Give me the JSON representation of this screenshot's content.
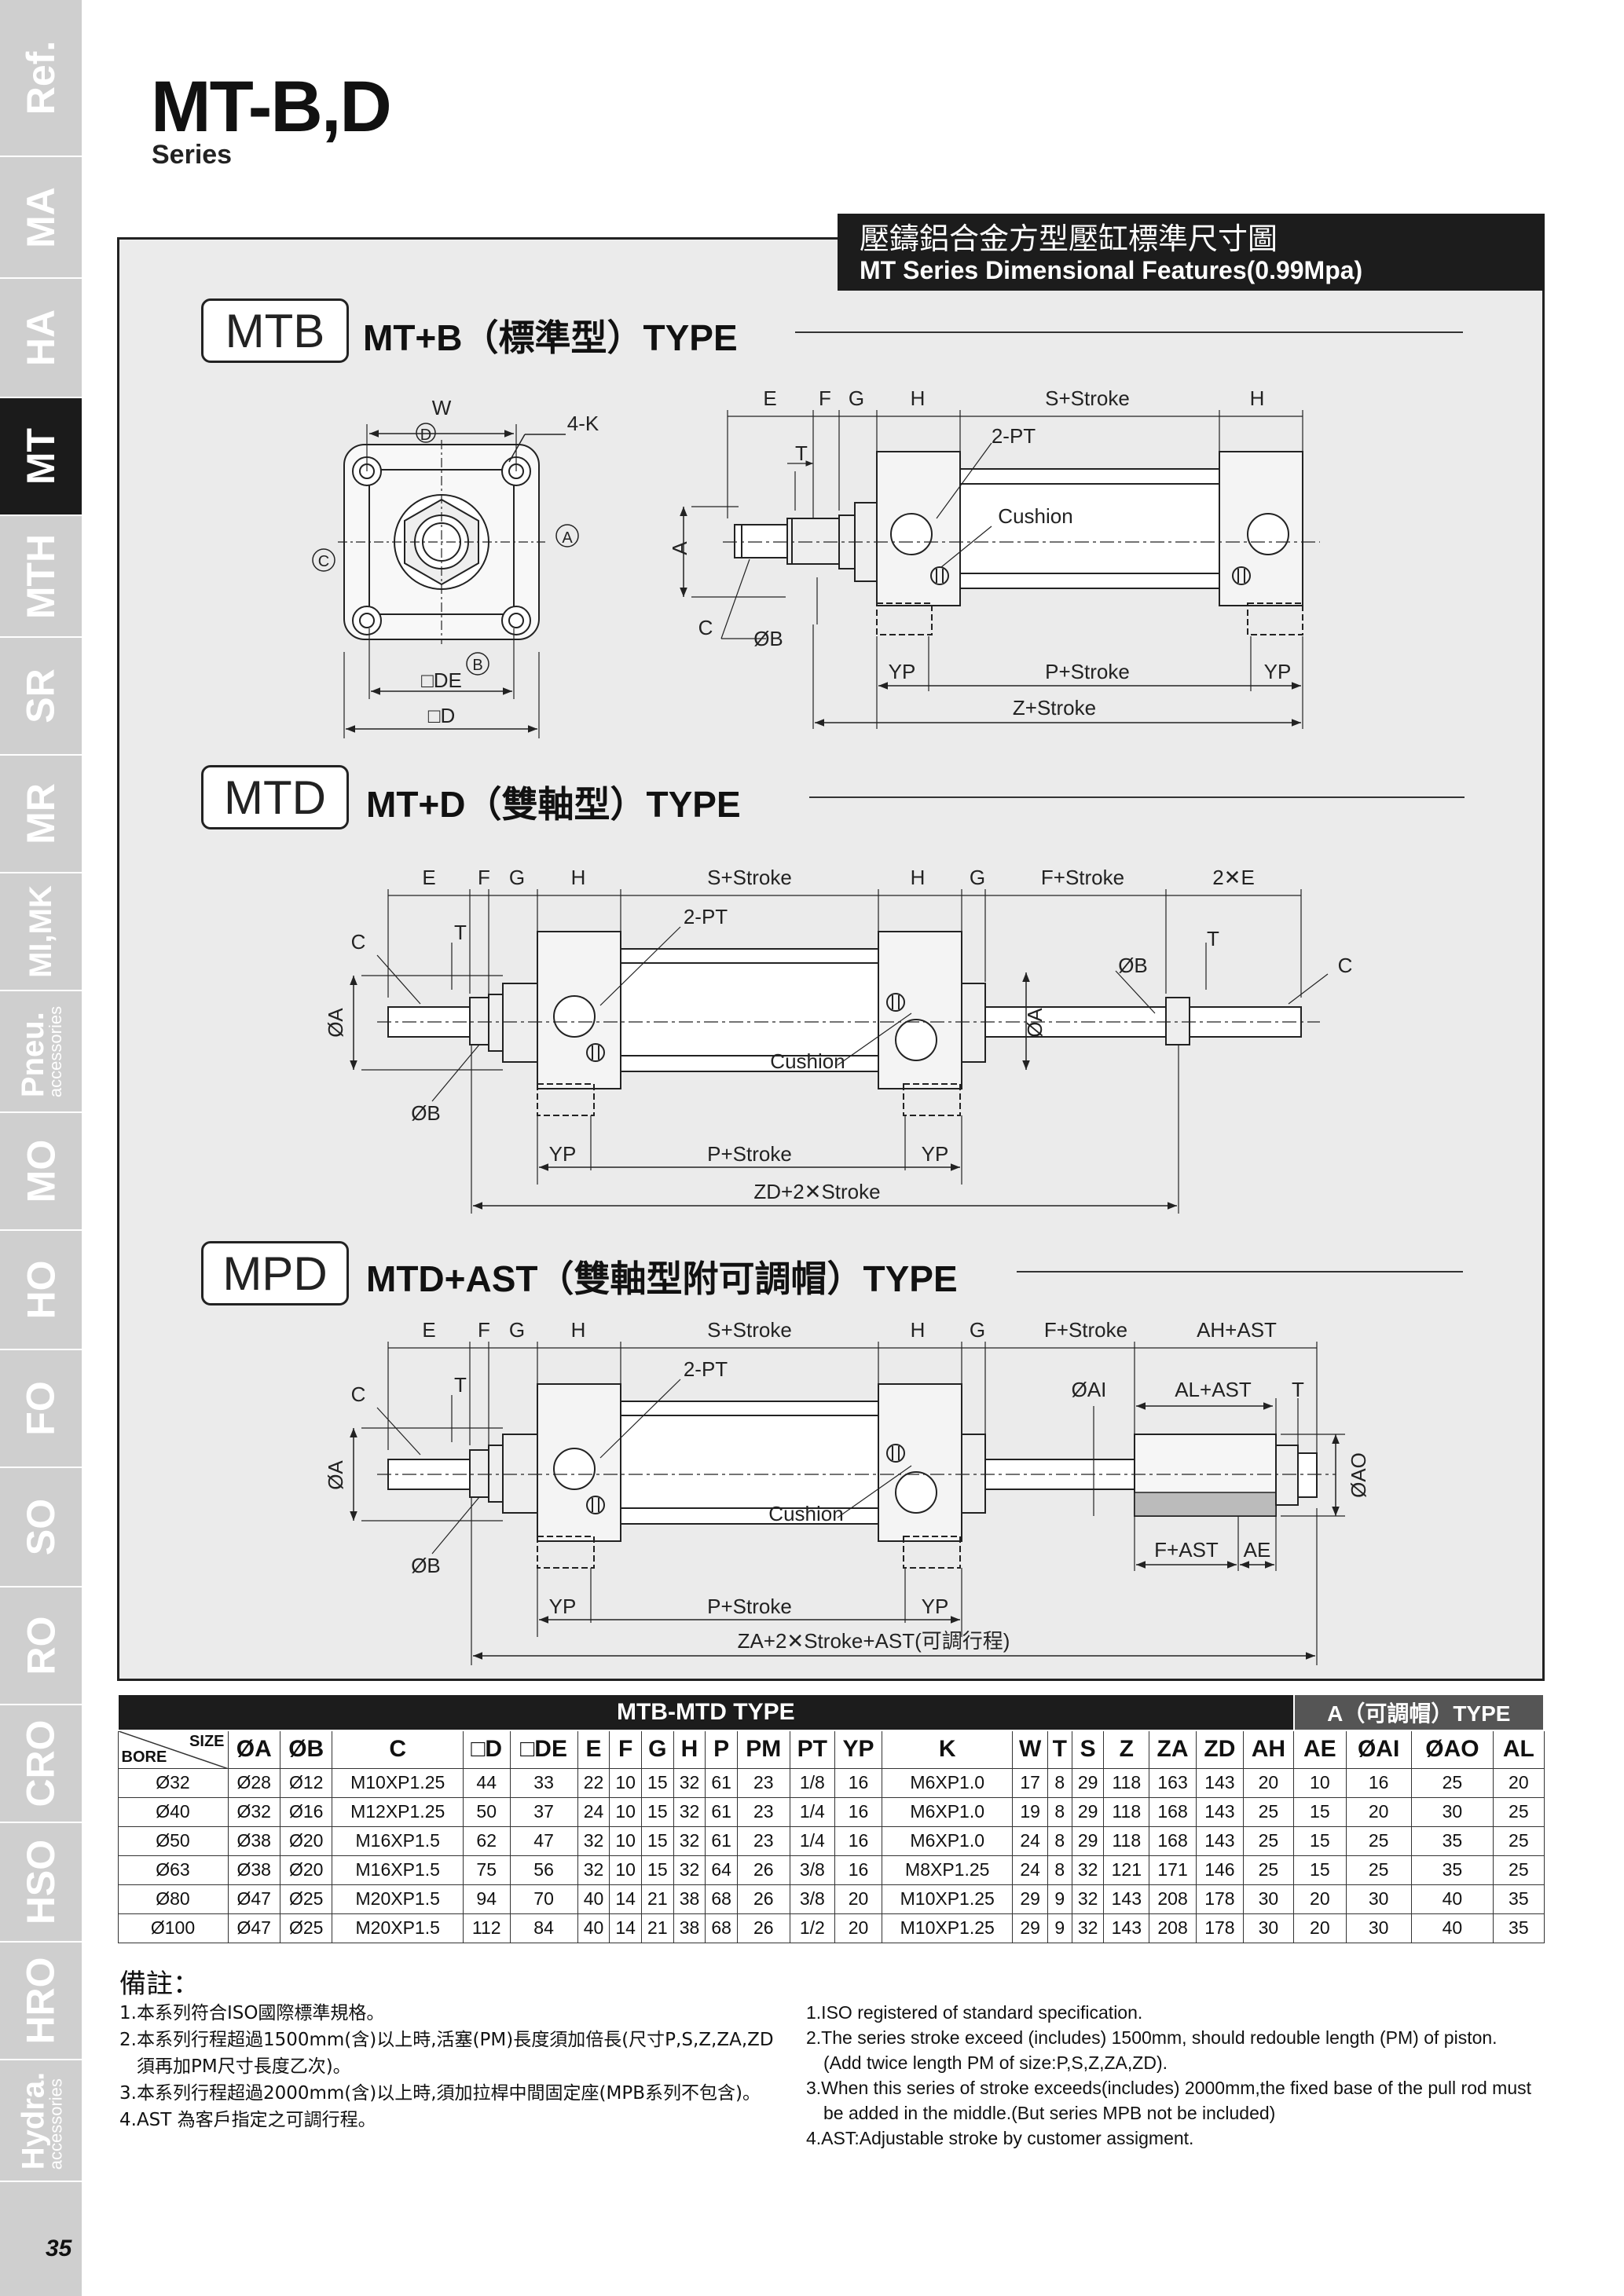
{
  "sidebar": {
    "tabs": [
      {
        "label": "Ref.",
        "sub": ""
      },
      {
        "label": "MA",
        "sub": ""
      },
      {
        "label": "HA",
        "sub": ""
      },
      {
        "label": "MT",
        "sub": ""
      },
      {
        "label": "MTH",
        "sub": ""
      },
      {
        "label": "SR",
        "sub": ""
      },
      {
        "label": "MR",
        "sub": ""
      },
      {
        "label": "MI,MK",
        "sub": ""
      },
      {
        "label": "Pneu.",
        "sub": "accessories"
      },
      {
        "label": "MO",
        "sub": ""
      },
      {
        "label": "HO",
        "sub": ""
      },
      {
        "label": "FO",
        "sub": ""
      },
      {
        "label": "SO",
        "sub": ""
      },
      {
        "label": "RO",
        "sub": ""
      },
      {
        "label": "CRO",
        "sub": ""
      },
      {
        "label": "HSO",
        "sub": ""
      },
      {
        "label": "HRO",
        "sub": ""
      },
      {
        "label": "Hydra.",
        "sub": "accessories"
      }
    ],
    "active": "MT"
  },
  "page_number": "35",
  "header": {
    "title": "MT-B,D",
    "subtitle": "Series"
  },
  "panel_header": {
    "zh": "壓鑄鋁合金方型壓缸標準尺寸圖",
    "en": "MT Series Dimensional Features(0.99Mpa)"
  },
  "sections": [
    {
      "code": "MTB",
      "title": "MT+B（標準型）TYPE"
    },
    {
      "code": "MTD",
      "title": "MT+D（雙軸型）TYPE"
    },
    {
      "code": "MPD",
      "title": "MTD+AST（雙軸型附可調帽）TYPE"
    }
  ],
  "diagram_labels": {
    "mtb_front": {
      "w": "W",
      "d_circle": "D",
      "k": "4-K",
      "a": "A",
      "c": "C",
      "b": "B",
      "de": "□DE",
      "d": "□D"
    },
    "mtb_side": {
      "e": "E",
      "f": "F",
      "g": "G",
      "h1": "H",
      "s": "S+Stroke",
      "h2": "H",
      "t": "T",
      "pt": "2-PT",
      "cushion": "Cushion",
      "a": "A",
      "c": "C",
      "b": "ØB",
      "yp1": "YP",
      "p": "P+Stroke",
      "yp2": "YP",
      "z": "Z+Stroke"
    },
    "mtd": {
      "e": "E",
      "f": "F",
      "g": "G",
      "h1": "H",
      "s": "S+Stroke",
      "h2": "H",
      "g2": "G",
      "fs": "F+Stroke",
      "e2": "2✕E",
      "c": "C",
      "t": "T",
      "pt": "2-PT",
      "b": "ØB",
      "c2": "C",
      "a": "ØA",
      "cushion": "Cushion",
      "a2": "ØA",
      "b2": "ØB",
      "yp1": "YP",
      "p": "P+Stroke",
      "yp2": "YP",
      "zd": "ZD+2✕Stroke"
    },
    "mpd": {
      "e": "E",
      "f": "F",
      "g": "G",
      "h1": "H",
      "s": "S+Stroke",
      "h2": "H",
      "g2": "G",
      "fs": "F+Stroke",
      "ah": "AH+AST",
      "c": "C",
      "t": "T",
      "pt": "2-PT",
      "ai": "ØAI",
      "al": "AL+AST",
      "t2": "T",
      "a": "ØA",
      "cushion": "Cushion",
      "ao": "ØAO",
      "fast": "F+AST",
      "ae": "AE",
      "b": "ØB",
      "yp1": "YP",
      "p": "P+Stroke",
      "yp2": "YP",
      "za": "ZA+2✕Stroke+AST(可調行程)"
    }
  },
  "table": {
    "title": "MTB-MTD TYPE",
    "a_title": "A（可調帽）TYPE",
    "size_label": "SIZE",
    "bore_label": "BORE",
    "columns": [
      "ØA",
      "ØB",
      "C",
      "□D",
      "□DE",
      "E",
      "F",
      "G",
      "H",
      "P",
      "PM",
      "PT",
      "YP",
      "K",
      "W",
      "T",
      "S",
      "Z",
      "ZA",
      "ZD",
      "AH",
      "AE",
      "ØAI",
      "ØAO",
      "AL"
    ],
    "rows": [
      [
        "Ø32",
        "Ø28",
        "Ø12",
        "M10XP1.25",
        "44",
        "33",
        "22",
        "10",
        "15",
        "32",
        "61",
        "23",
        "1/8",
        "16",
        "M6XP1.0",
        "17",
        "8",
        "29",
        "118",
        "163",
        "143",
        "20",
        "10",
        "16",
        "25",
        "20"
      ],
      [
        "Ø40",
        "Ø32",
        "Ø16",
        "M12XP1.25",
        "50",
        "37",
        "24",
        "10",
        "15",
        "32",
        "61",
        "23",
        "1/4",
        "16",
        "M6XP1.0",
        "19",
        "8",
        "29",
        "118",
        "168",
        "143",
        "25",
        "15",
        "20",
        "30",
        "25"
      ],
      [
        "Ø50",
        "Ø38",
        "Ø20",
        "M16XP1.5",
        "62",
        "47",
        "32",
        "10",
        "15",
        "32",
        "61",
        "23",
        "1/4",
        "16",
        "M6XP1.0",
        "24",
        "8",
        "29",
        "118",
        "168",
        "143",
        "25",
        "15",
        "25",
        "35",
        "25"
      ],
      [
        "Ø63",
        "Ø38",
        "Ø20",
        "M16XP1.5",
        "75",
        "56",
        "32",
        "10",
        "15",
        "32",
        "64",
        "26",
        "3/8",
        "16",
        "M8XP1.25",
        "24",
        "8",
        "32",
        "121",
        "171",
        "146",
        "25",
        "15",
        "25",
        "35",
        "25"
      ],
      [
        "Ø80",
        "Ø47",
        "Ø25",
        "M20XP1.5",
        "94",
        "70",
        "40",
        "14",
        "21",
        "38",
        "68",
        "26",
        "3/8",
        "20",
        "M10XP1.25",
        "29",
        "9",
        "32",
        "143",
        "208",
        "178",
        "30",
        "20",
        "30",
        "40",
        "35"
      ],
      [
        "Ø100",
        "Ø47",
        "Ø25",
        "M20XP1.5",
        "112",
        "84",
        "40",
        "14",
        "21",
        "38",
        "68",
        "26",
        "1/2",
        "20",
        "M10XP1.25",
        "29",
        "9",
        "32",
        "143",
        "208",
        "178",
        "30",
        "20",
        "30",
        "40",
        "35"
      ]
    ]
  },
  "notes": {
    "title": "備註：",
    "zh": [
      "1.本系列符合ISO國際標準規格。",
      "2.本系列行程超過1500mm(含)以上時,活塞(PM)長度須加倍長(尺寸P,S,Z,ZA,ZD",
      "須再加PM尺寸長度乙次)。",
      "3.本系列行程超過2000mm(含)以上時,須加拉桿中間固定座(MPB系列不包含)。",
      "4.AST 為客戶指定之可調行程。"
    ],
    "en": [
      "1.ISO registered of standard specification.",
      "2.The series stroke exceed (includes) 1500mm, should redouble length (PM) of piston.",
      "(Add twice length PM of size:P,S,Z,ZA,ZD).",
      "3.When this series of stroke exceeds(includes) 2000mm,the fixed base of the pull rod must",
      "be added in the middle.(But series MPB not be included)",
      "4.AST:Adjustable stroke by customer assigment."
    ]
  }
}
